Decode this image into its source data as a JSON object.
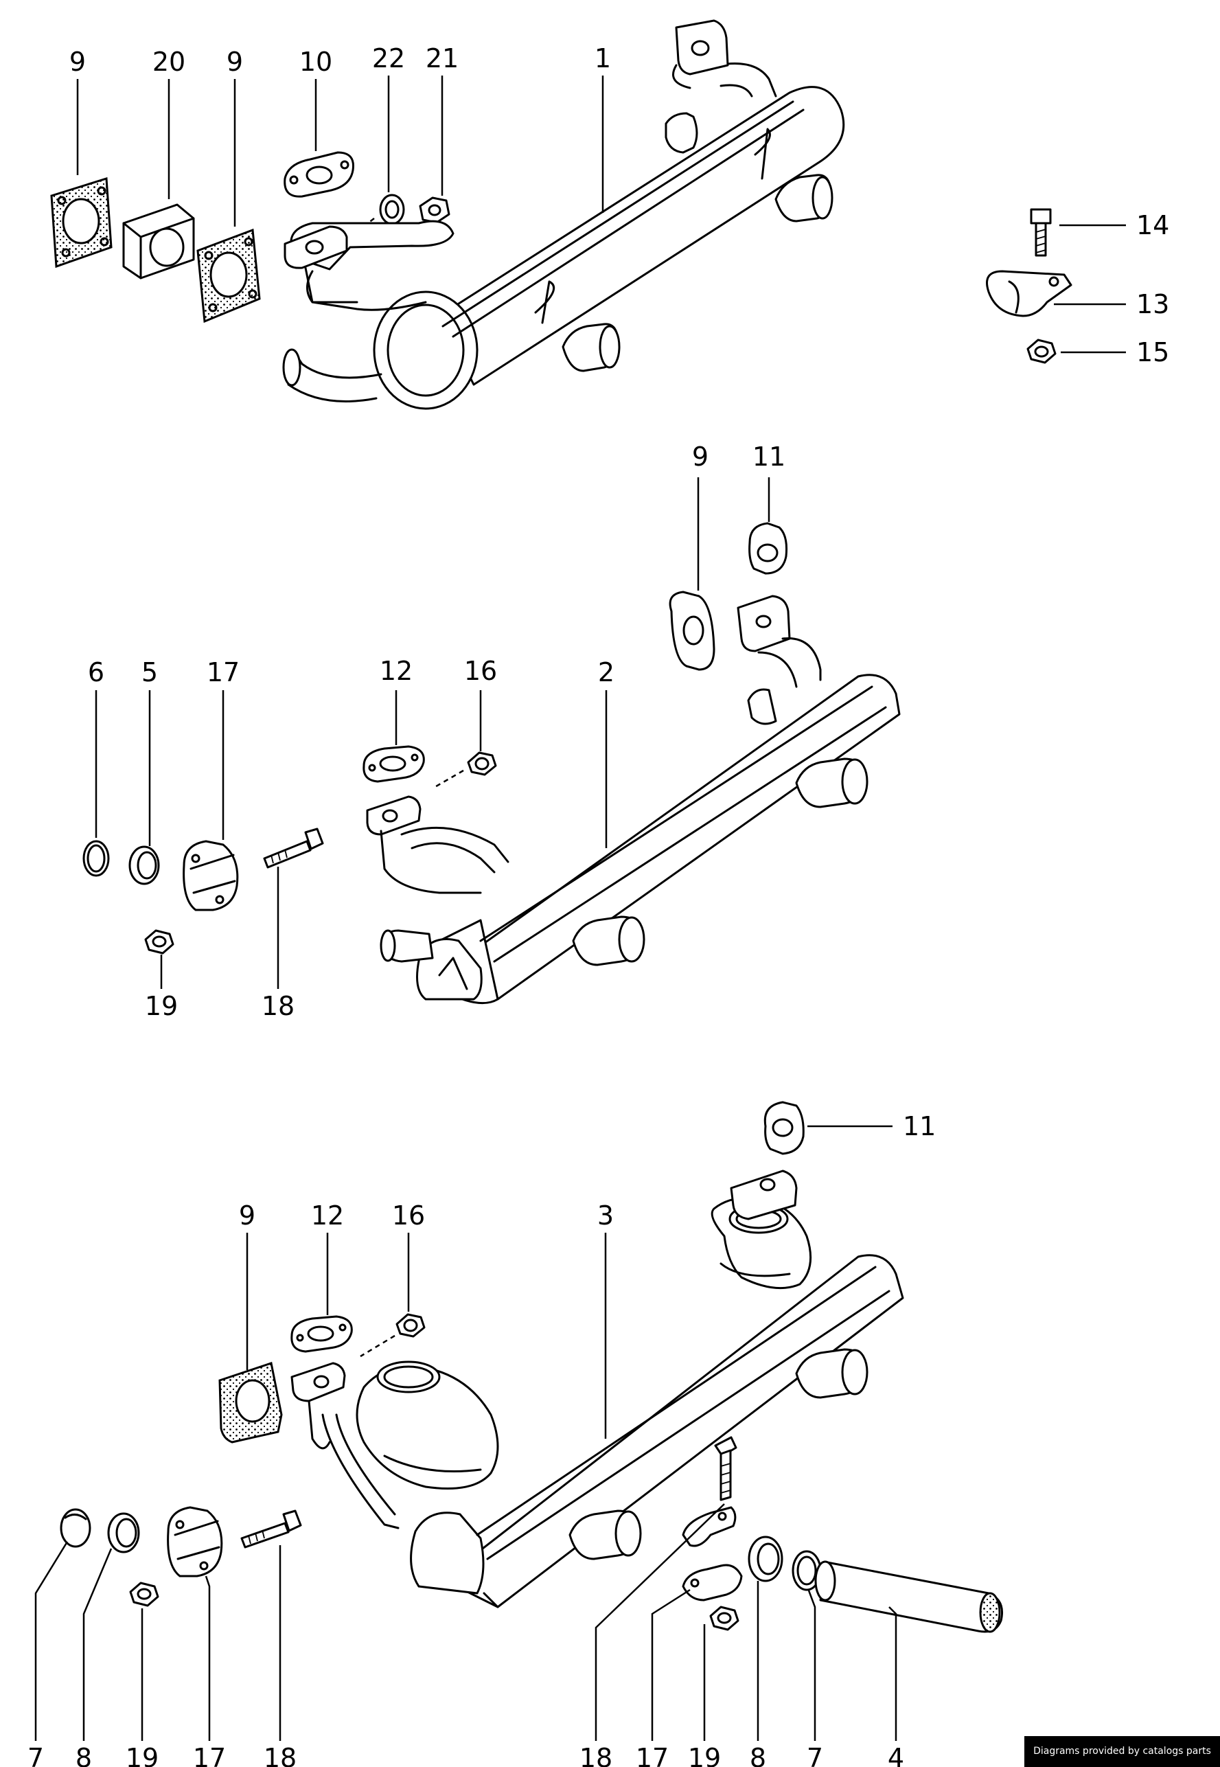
{
  "credit": "Diagrams provided by catalogs parts",
  "labels": {
    "a9": "9",
    "a20": "20",
    "a9b": "9",
    "a10": "10",
    "a22": "22",
    "a21": "21",
    "a1": "1",
    "a14": "14",
    "a13": "13",
    "a15": "15",
    "b9": "9",
    "b11": "11",
    "b6": "6",
    "b5": "5",
    "b17": "17",
    "b12": "12",
    "b16": "16",
    "b2": "2",
    "b19": "19",
    "b18": "18",
    "c11": "11",
    "c9": "9",
    "c12": "12",
    "c16": "16",
    "c3": "3",
    "c7": "7",
    "c8": "8",
    "c19": "19",
    "c17": "17",
    "c18": "18",
    "c18b": "18",
    "c17b": "17",
    "c19b": "19",
    "c8b": "8",
    "c7b": "7",
    "c4": "4"
  }
}
